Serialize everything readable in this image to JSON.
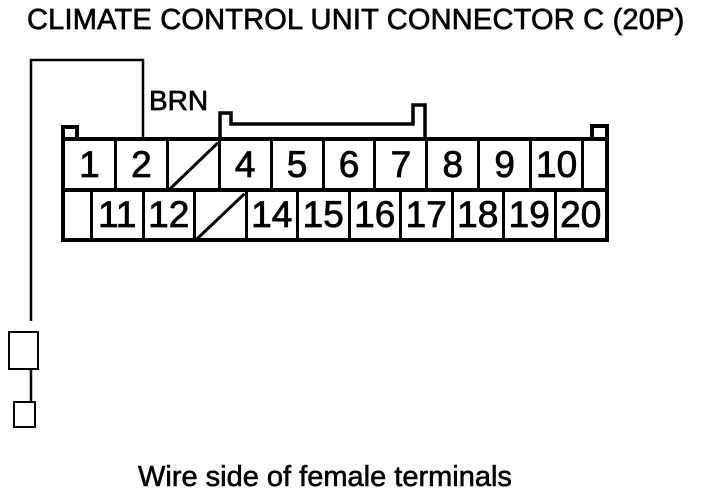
{
  "title": "CLIMATE CONTROL UNIT CONNECTOR C (20P)",
  "caption": "Wire side of female terminals",
  "wire": {
    "color_label": "BRN",
    "connected_terminal": "2"
  },
  "connector": {
    "designation": "C",
    "pin_count": "20P",
    "top_row": [
      {
        "label": "1"
      },
      {
        "label": "2"
      },
      {
        "label": "",
        "not_used": true
      },
      {
        "label": "4"
      },
      {
        "label": "5"
      },
      {
        "label": "6"
      },
      {
        "label": "7"
      },
      {
        "label": "8"
      },
      {
        "label": "9"
      },
      {
        "label": "10"
      },
      {
        "label": "",
        "blank": true
      }
    ],
    "bottom_row": [
      {
        "label": "",
        "blank": true
      },
      {
        "label": "11"
      },
      {
        "label": "12"
      },
      {
        "label": "",
        "not_used": true
      },
      {
        "label": "14"
      },
      {
        "label": "15"
      },
      {
        "label": "16"
      },
      {
        "label": "17"
      },
      {
        "label": "18"
      },
      {
        "label": "19"
      },
      {
        "label": "20"
      }
    ]
  },
  "colors": {
    "line": "#000000",
    "background": "#ffffff"
  }
}
